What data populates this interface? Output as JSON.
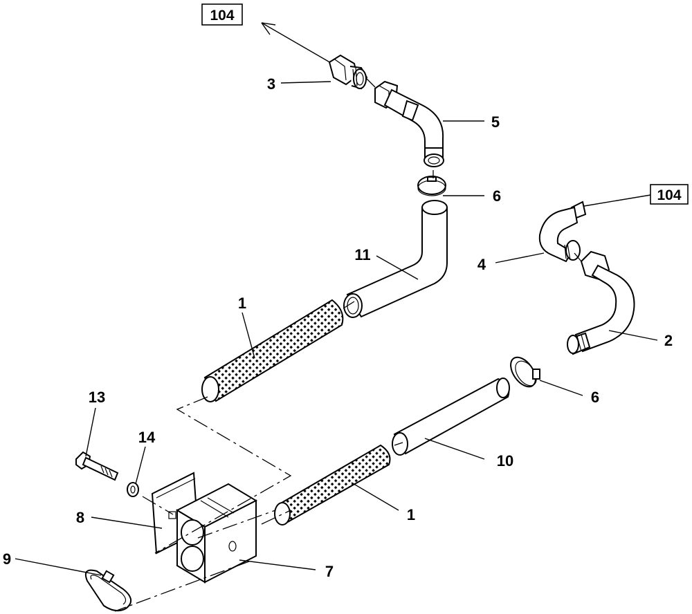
{
  "references": [
    {
      "id": "ref-top",
      "label": "104"
    },
    {
      "id": "ref-right",
      "label": "104"
    }
  ],
  "callouts": [
    {
      "id": "c3",
      "label": "3"
    },
    {
      "id": "c5",
      "label": "5"
    },
    {
      "id": "c6a",
      "label": "6"
    },
    {
      "id": "c11",
      "label": "11"
    },
    {
      "id": "c4",
      "label": "4"
    },
    {
      "id": "c2",
      "label": "2"
    },
    {
      "id": "c1a",
      "label": "1"
    },
    {
      "id": "c6b",
      "label": "6"
    },
    {
      "id": "c13",
      "label": "13"
    },
    {
      "id": "c14",
      "label": "14"
    },
    {
      "id": "c10",
      "label": "10"
    },
    {
      "id": "c1b",
      "label": "1"
    },
    {
      "id": "c8",
      "label": "8"
    },
    {
      "id": "c9",
      "label": "9"
    },
    {
      "id": "c7",
      "label": "7"
    }
  ]
}
